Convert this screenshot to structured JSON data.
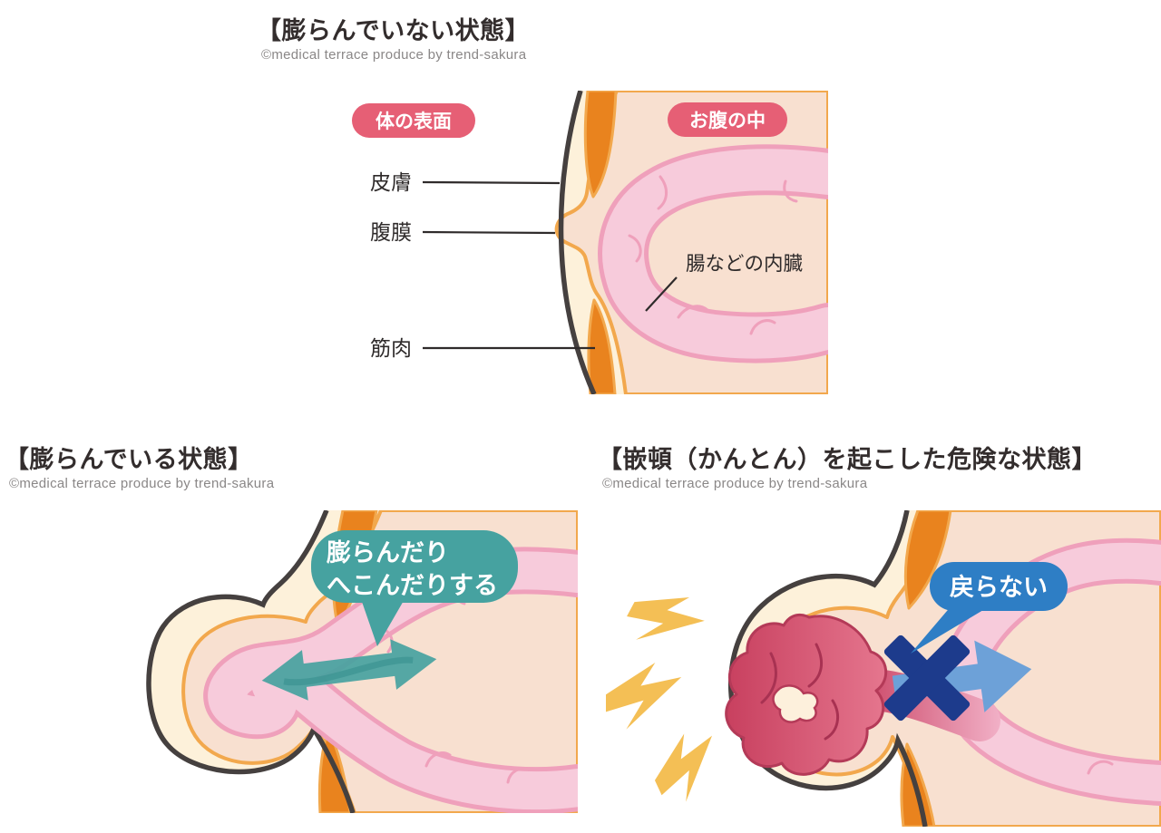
{
  "sections": [
    {
      "title": "【膨らんでいない状態】",
      "credit": "©medical terrace produce by trend-sakura"
    },
    {
      "title": "【膨らんでいる状態】",
      "credit": "©medical terrace produce by trend-sakura"
    },
    {
      "title": "【嵌頓（かんとん）を起こした危険な状態】",
      "credit": "©medical terrace produce by trend-sakura"
    }
  ],
  "diagram1": {
    "badge_left": "体の表面",
    "badge_right": "お腹の中",
    "label_skin": "皮膚",
    "label_peritoneum": "腹膜",
    "label_muscle": "筋肉",
    "label_organs": "腸などの内臓"
  },
  "diagram2": {
    "bubble_line1": "膨らんだり",
    "bubble_line2": "へこんだりする"
  },
  "diagram3": {
    "bubble": "戻らない"
  },
  "colors": {
    "badge_pink": "#e65f75",
    "skin_outline": "#45403f",
    "subcutaneous_cream": "#fdf1da",
    "abdomen_peach": "#f8e0d0",
    "peritoneum_yellow": "#f2a84d",
    "muscle_orange": "#e9831e",
    "intestine_fill": "#f7cbdb",
    "intestine_line": "#efa0bb",
    "teal_bubble": "#46a2a0",
    "blue_bubble": "#2e7ec5",
    "arrow_blue": "#6da1d8",
    "x_navy": "#1d3b8c",
    "lightning_yellow": "#f4bf55",
    "strangulated_dark": "#c8405f",
    "strangulated_light": "#e5768e",
    "title_text": "#332d2d",
    "credit_text": "#8a8787"
  }
}
